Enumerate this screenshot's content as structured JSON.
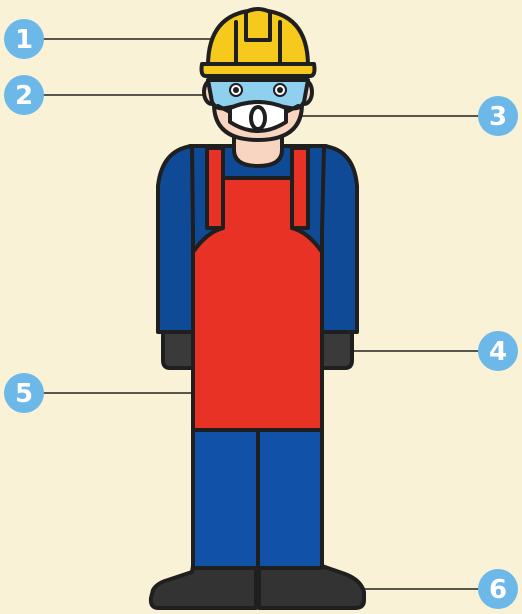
{
  "figure": {
    "background": "#f9f2d6",
    "subject": "worker-in-protective-equipment",
    "colors": {
      "helmet": "#f6ca1c",
      "goggles": "#8fd0ee",
      "mask": "#ffffff",
      "skin": "#f8d5c0",
      "shirt": "#0f4a96",
      "apron": "#e83225",
      "gloves": "#3a3a3a",
      "pants": "#1251a8",
      "boots": "#333333",
      "callout": "#6cb8e8",
      "outline": "#1f1f1f"
    }
  },
  "callouts": [
    {
      "number": "1",
      "part": "hard-hat"
    },
    {
      "number": "2",
      "part": "safety-goggles"
    },
    {
      "number": "3",
      "part": "respirator-mask"
    },
    {
      "number": "4",
      "part": "gloves"
    },
    {
      "number": "5",
      "part": "apron"
    },
    {
      "number": "6",
      "part": "safety-boots"
    }
  ]
}
